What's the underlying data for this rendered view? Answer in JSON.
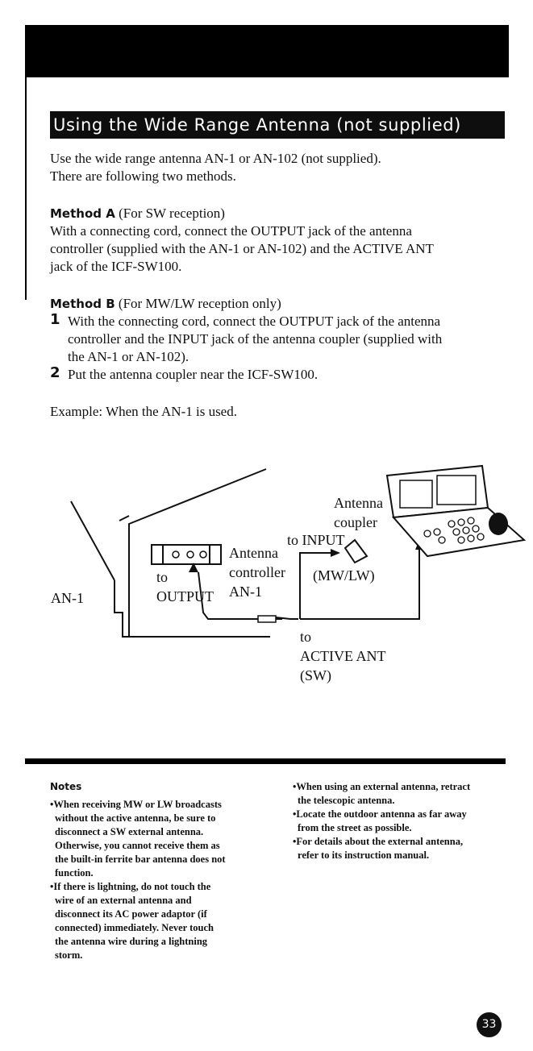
{
  "heading": "Using the Wide Range Antenna (not supplied)",
  "intro": [
    "Use the wide range antenna AN-1 or AN-102 (not supplied).",
    "There are following two methods."
  ],
  "method_a": {
    "label": "Method A",
    "qualifier": " (For SW reception)",
    "lines": [
      "With a connecting cord, connect the OUTPUT jack of the antenna",
      "controller (supplied with the AN-1 or AN-102) and the ACTIVE ANT",
      "jack of the ICF-SW100."
    ]
  },
  "method_b": {
    "label": "Method B",
    "qualifier": " (For MW/LW reception only)",
    "steps": [
      {
        "num": "1",
        "lines": [
          "With the connecting cord, connect the OUTPUT jack of the antenna",
          "controller and the INPUT jack of the antenna coupler (supplied with",
          "the AN-1 or AN-102)."
        ]
      },
      {
        "num": "2",
        "lines": [
          "Put the antenna coupler near the ICF-SW100."
        ]
      }
    ]
  },
  "example": "Example: When the AN-1 is used.",
  "diagram": {
    "an1": "AN-1",
    "to_output_1": "to",
    "to_output_2": "OUTPUT",
    "controller_1": "Antenna",
    "controller_2": "controller",
    "controller_3": "AN-1",
    "coupler_1": "Antenna",
    "coupler_2": "coupler",
    "to_input": "to INPUT",
    "mwlw": "(MW/LW)",
    "active_1": "to",
    "active_2": "ACTIVE ANT",
    "active_3": "(SW)"
  },
  "notes": {
    "heading": "Notes",
    "left": [
      "•When receiving MW or LW broadcasts",
      "  without the active antenna, be sure to",
      "  disconnect a SW external antenna.",
      "  Otherwise, you cannot receive them as",
      "  the built-in ferrite bar antenna does not",
      "  function.",
      "•If there is lightning, do not touch the",
      "  wire of an external antenna and",
      "  disconnect its AC power adaptor (if",
      "  connected) immediately.  Never touch",
      "  the antenna wire during a lightning",
      "  storm."
    ],
    "right": [
      "•When using an external antenna, retract",
      "  the telescopic antenna.",
      "•Locate the outdoor antenna as far away",
      "  from the street as possible.",
      "•For details about the external antenna,",
      "  refer to its instruction manual."
    ]
  },
  "page_number": "33"
}
